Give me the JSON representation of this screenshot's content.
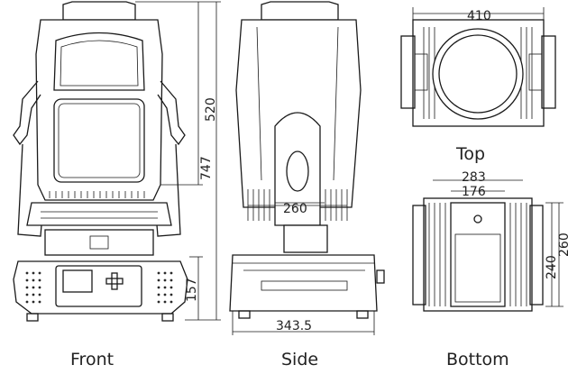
{
  "views": {
    "front": {
      "caption": "Front",
      "dims": {
        "head_height": "520",
        "total_height": "747",
        "base_height": "157"
      }
    },
    "side": {
      "caption": "Side",
      "dims": {
        "yoke_width": "260",
        "base_width": "343.5"
      }
    },
    "top": {
      "caption": "Top",
      "dims": {
        "width": "410"
      }
    },
    "bottom": {
      "caption": "Bottom",
      "dims": {
        "outer_width": "283",
        "inner_width": "176",
        "depth_a": "240",
        "depth_b": "260"
      }
    }
  },
  "colors": {
    "line": "#1a1a1a",
    "background": "#ffffff",
    "fill_dark": "#2a2a2a"
  }
}
